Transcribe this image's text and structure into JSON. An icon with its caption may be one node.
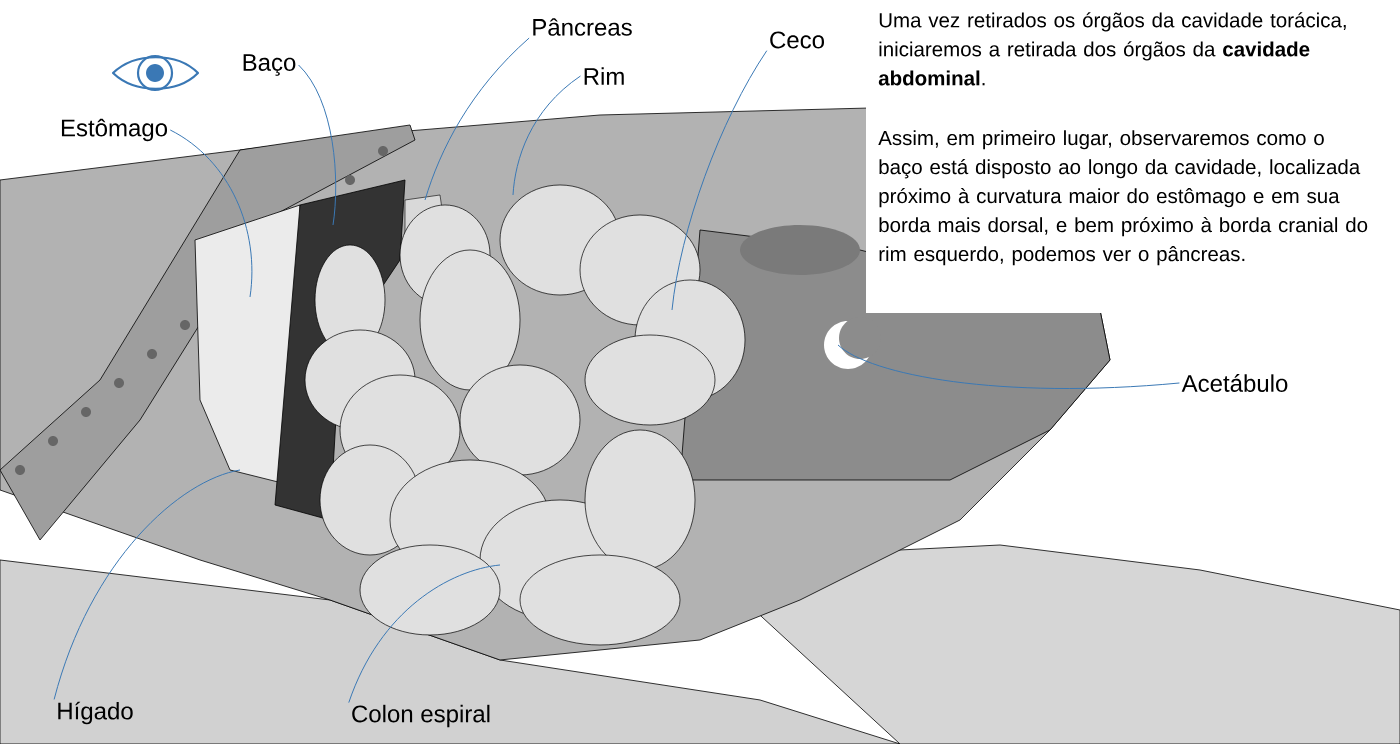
{
  "diagram": {
    "nodes": [
      {
        "text": [
          "Baço"
        ]
      },
      {
        "text": [
          "Pâncreas"
        ]
      },
      {
        "text": [
          "Rim"
        ]
      },
      {
        "text": [
          "Ceco"
        ]
      },
      {
        "text": [
          "Estômago"
        ]
      },
      {
        "text": [
          "Acetábulo"
        ]
      },
      {
        "text": [
          "Hígado"
        ]
      },
      {
        "text": [
          "Colon espiral"
        ]
      }
    ],
    "edges": [
      {
        "from": 0,
        "to": null,
        "arrow": "none"
      },
      {
        "from": 1,
        "to": null,
        "arrow": "none"
      },
      {
        "from": 2,
        "to": null,
        "arrow": "none"
      },
      {
        "from": 3,
        "to": null,
        "arrow": "none"
      },
      {
        "from": 4,
        "to": null,
        "arrow": "none"
      },
      {
        "from": 5,
        "to": null,
        "arrow": "none"
      },
      {
        "from": 6,
        "to": null,
        "arrow": "none"
      },
      {
        "from": 7,
        "to": null,
        "arrow": "none"
      }
    ],
    "labels": [
      "Uma vez retirados os órgãos da cavidade torácica, iniciaremos a retirada dos órgãos da **cavidade abdominal**.",
      "Assim, em primeiro lugar, observaremos como o baço está disposto ao longo da cavidade, localizada próximo à curvatura maior do estômago e em sua borda mais dorsal, e bem próximo à borda cranial do rim esquerdo, podemos ver o pâncreas."
    ]
  }
}
